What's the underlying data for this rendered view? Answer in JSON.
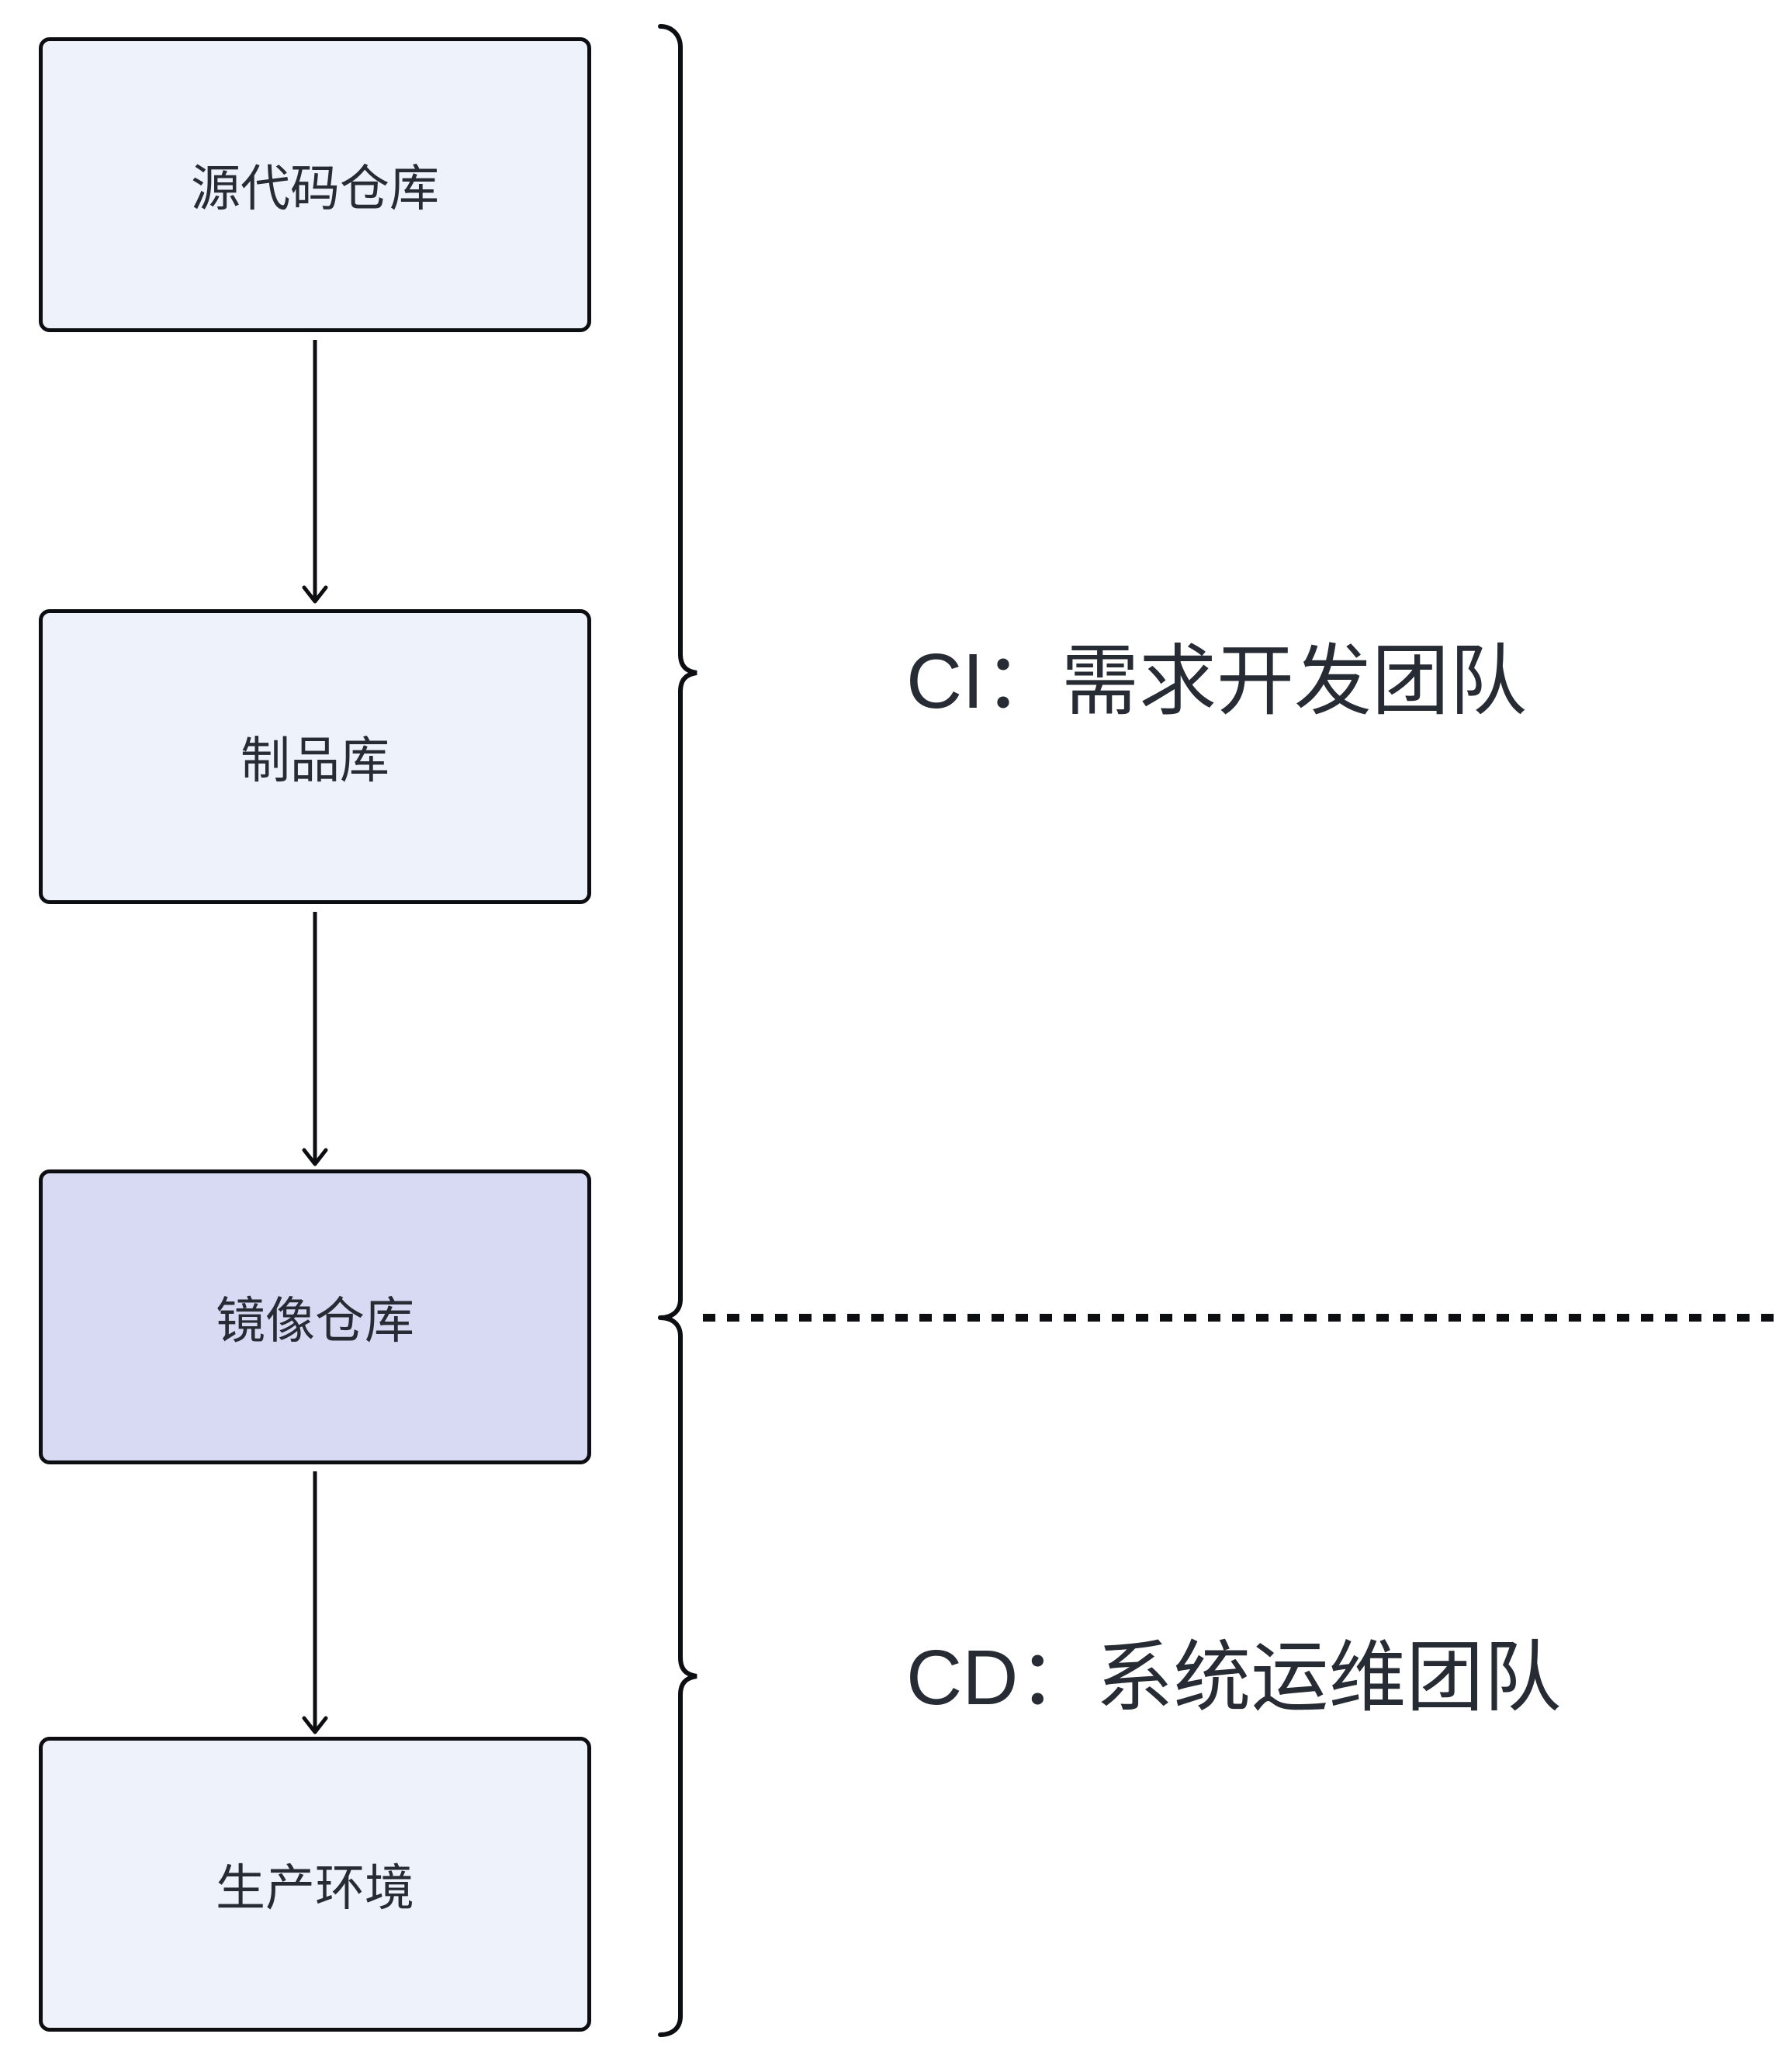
{
  "diagram": {
    "nodes": [
      {
        "label": "源代码仓库",
        "variant": "light"
      },
      {
        "label": "制品库",
        "variant": "light"
      },
      {
        "label": "镜像仓库",
        "variant": "highlight"
      },
      {
        "label": "生产环境",
        "variant": "light"
      }
    ],
    "sections": [
      {
        "label": "CI：需求开发团队"
      },
      {
        "label": "CD：系统运维团队"
      }
    ],
    "colors": {
      "background": "#ffffff",
      "node_fill_light": "#eef2fb",
      "node_fill_highlight": "#d7daf2",
      "node_border": "#0d0e12",
      "connector": "#0d0e12",
      "text": "#272b33"
    }
  }
}
